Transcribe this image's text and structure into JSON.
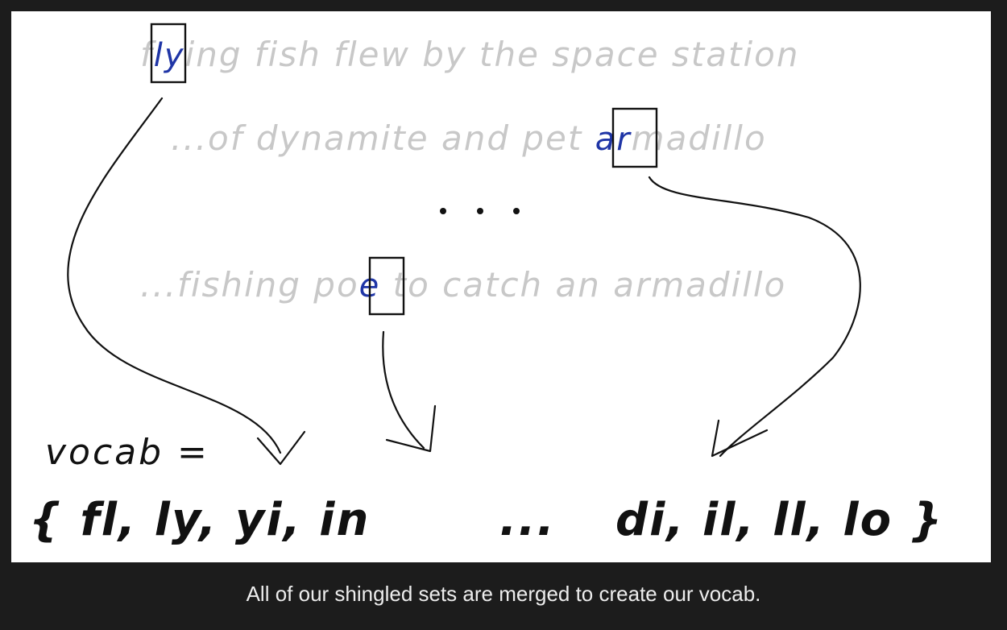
{
  "figure": {
    "sentences": [
      {
        "prefix": "f",
        "highlight": "ly",
        "suffix": "ing fish flew by the space station"
      },
      {
        "prefix": "...of dynamite and pet ",
        "highlight": "ar",
        "suffix": "madillo"
      },
      {
        "prefix": "...fishing po",
        "highlight": "e",
        "suffix": " to catch an armadillo"
      }
    ],
    "ellipsis_dots": 3,
    "vocab_label": "vocab =",
    "vocab_left": "{ fl, ly, yi, in",
    "vocab_middle": "...",
    "vocab_right": "di, il, ll, lo }",
    "colors": {
      "highlight": "#1f35a6",
      "faint_text": "#c8c8c8",
      "ink": "#111111"
    }
  },
  "caption": "All of our shingled sets are merged to create our vocab."
}
